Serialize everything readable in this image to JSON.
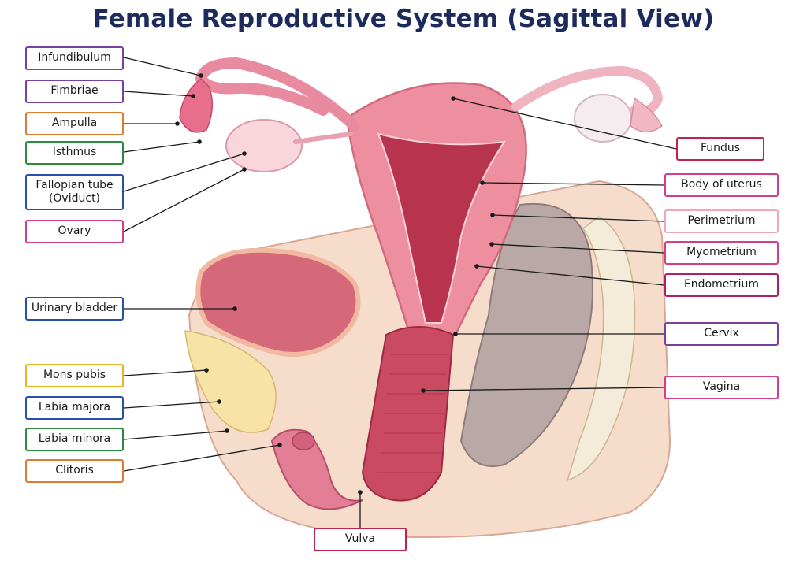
{
  "title": "Female Reproductive System (Sagittal View)",
  "colors": {
    "title": "#1c2a5c",
    "purple": "#7b3fa0",
    "orange": "#e07a2e",
    "green": "#2e8a3e",
    "blue": "#2b4fa8",
    "pink": "#d63d86",
    "crimson": "#c0224a",
    "light_pink": "#f2a7b8",
    "magenta": "#b01e6b",
    "gold": "#e6b520"
  },
  "labels": {
    "infundibulum": "Infundibulum",
    "fimbriae": "Fimbriae",
    "ampulla": "Ampulla",
    "isthmus": "Isthmus",
    "fallopian_tube": "Fallopian tube\n(Oviduct)",
    "ovary": "Ovary",
    "urinary_bladder": "Urinary bladder",
    "mons_pubis": "Mons pubis",
    "labia_majora": "Labia majora",
    "labia_minora": "Labia minora",
    "clitoris": "Clitoris",
    "fundus": "Fundus",
    "body_of_uterus": "Body of uterus",
    "perimetrium": "Perimetrium",
    "myometrium": "Myometrium",
    "endometrium": "Endometrium",
    "cervix": "Cervix",
    "vagina": "Vagina",
    "vulva": "Vulva"
  }
}
